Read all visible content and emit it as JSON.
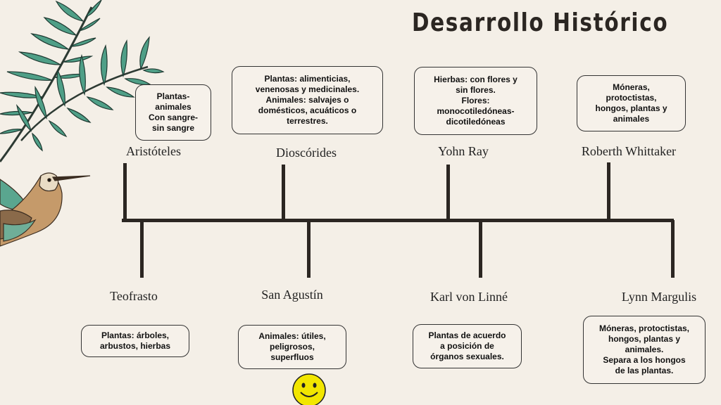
{
  "title": "Desarrollo Histórico",
  "top_events": [
    {
      "name": "Aristóteles",
      "note": "Plantas-\nanimales\nCon sangre-\nsin sangre"
    },
    {
      "name": "Dioscórides",
      "note": "Plantas: alimenticias,\nvenenosas y medicinales.\nAnimales: salvajes o\ndomésticos, acuáticos o\nterrestres."
    },
    {
      "name": "Yohn Ray",
      "note": "Hierbas: con flores y\nsin flores.\nFlores:\nmonocotiledóneas-\ndicotiledóneas"
    },
    {
      "name": "Roberth Whittaker",
      "note": "Móneras,\nprotoctistas,\nhongos, plantas y\nanimales"
    }
  ],
  "bottom_events": [
    {
      "name": "Teofrasto",
      "note": "Plantas: árboles,\narbustos, hierbas"
    },
    {
      "name": "San Agustín",
      "note": "Animales: útiles,\npeligrosos,\nsuperfluos"
    },
    {
      "name": "Karl von Linné",
      "note": "Plantas de acuerdo\na posición de\nórganos sexuales."
    },
    {
      "name": "Lynn Margulis",
      "note": "Móneras, protoctistas,\nhongos, plantas y\nanimales.\nSepara a los hongos\nde las plantas."
    }
  ],
  "colors": {
    "background": "#f4efe7",
    "line": "#2b2622",
    "leaf": "#4e9e86",
    "smiley": "#f2e600"
  },
  "icons": {
    "decoration": "palm-leaf-and-hummingbird-illustration",
    "smiley": "smiley-face-icon"
  }
}
